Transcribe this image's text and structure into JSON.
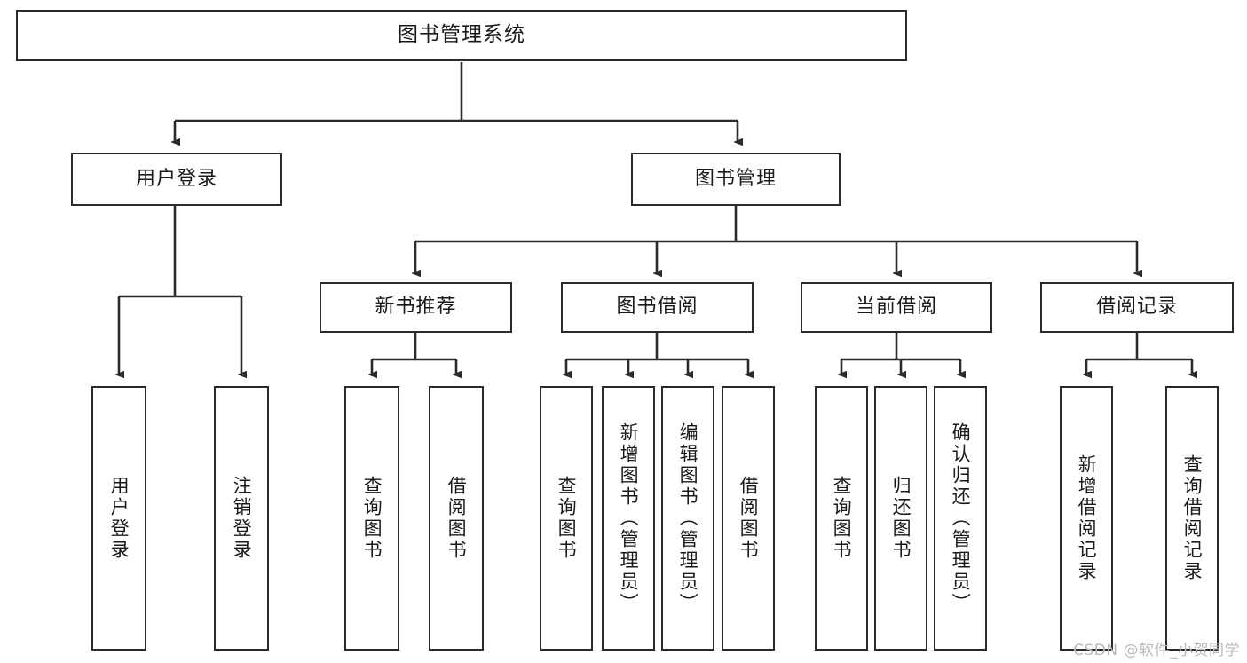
{
  "diagram": {
    "type": "tree",
    "title": "图书管理系统",
    "style": {
      "box_border_color": "#2b2b2b",
      "box_fill_color": "#ffffff",
      "connector_color": "#2b2b2b",
      "text_color": "#1a1a1a",
      "background": "#ffffff"
    },
    "root": {
      "label": "图书管理系统"
    },
    "level1": [
      {
        "label": "用户登录"
      },
      {
        "label": "图书管理"
      }
    ],
    "level2": [
      {
        "label": "新书推荐"
      },
      {
        "label": "图书借阅"
      },
      {
        "label": "当前借阅"
      },
      {
        "label": "借阅记录"
      }
    ],
    "leaves": {
      "user_login": [
        {
          "label": "用户登录"
        },
        {
          "label": "注销登录"
        }
      ],
      "new_book_recommend": [
        {
          "label": "查询图书"
        },
        {
          "label": "借阅图书"
        }
      ],
      "book_borrow": [
        {
          "label": "查询图书"
        },
        {
          "label": "新增图书（管理员）"
        },
        {
          "label": "编辑图书（管理员）"
        },
        {
          "label": "借阅图书"
        }
      ],
      "current_borrow": [
        {
          "label": "查询图书"
        },
        {
          "label": "归还图书"
        },
        {
          "label": "确认归还（管理员）"
        }
      ],
      "borrow_record": [
        {
          "label": "新增借阅记录"
        },
        {
          "label": "查询借阅记录"
        }
      ]
    }
  },
  "watermark": {
    "text": "CSDN @软件_小贺同学"
  }
}
